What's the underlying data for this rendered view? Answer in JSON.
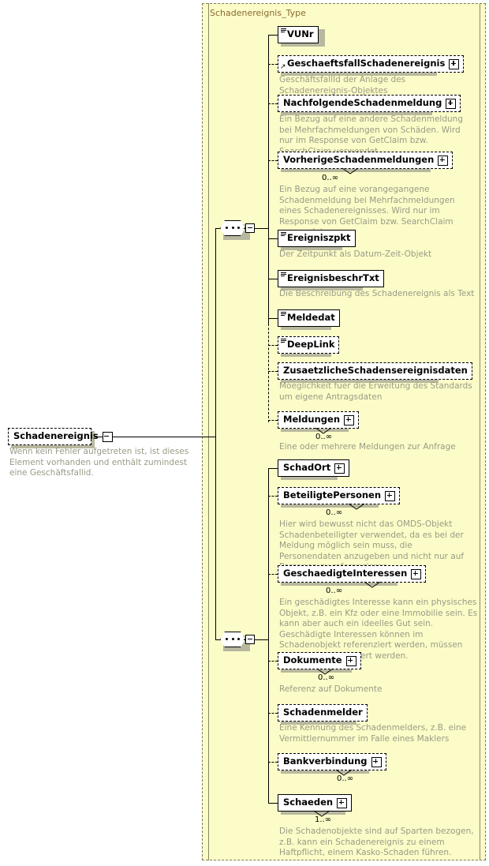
{
  "diagram": {
    "title": "Schadenereignis_Type",
    "root": {
      "label": "Schadenereignis",
      "expander": "minus",
      "annotation": "Wenn kein Fehler aufgetreten ist, ist dieses Element vorhanden und enthält zumindest eine Geschäftsfallid."
    },
    "sequence_icon": "sequence-compositor-icon",
    "groups": [
      {
        "name": "first-sequence",
        "nodes": [
          {
            "label": "VUNr",
            "required": true,
            "icon": "element-icon",
            "expander": null,
            "multiplicity": null,
            "annotation": null
          },
          {
            "label": "GeschaeftsfallSchadenereignis",
            "required": false,
            "icon": "reference-icon",
            "expander": "plus",
            "multiplicity": null,
            "annotation": "GeschäftsfallId der Anlage des Schadenereignis-Objektes"
          },
          {
            "label": "NachfolgendeSchadenmeldung",
            "required": false,
            "icon": null,
            "expander": "plus",
            "multiplicity": null,
            "annotation": "Ein Bezug auf eine andere Schadenmeldung bei Mehrfachmeldungen von Schäden. Wird nur im Response von GetClaim bzw. SearchClaim verwendet."
          },
          {
            "label": "VorherigeSchadenmeldungen",
            "required": false,
            "icon": null,
            "expander": "plus",
            "multiplicity": "0..∞",
            "annotation": "Ein Bezug auf eine vorangegangene Schadenmeldung bei Mehrfachmeldungen eines Schadenereignisses. Wird nur im Response von GetClaim bzw. SearchClaim verwendet."
          },
          {
            "label": "Ereigniszpkt",
            "required": true,
            "icon": "element-icon",
            "expander": null,
            "multiplicity": null,
            "annotation": "Der Zeitpunkt als Datum-Zeit-Objekt"
          },
          {
            "label": "EreignisbeschrTxt",
            "required": true,
            "icon": "element-icon",
            "expander": null,
            "multiplicity": null,
            "annotation": "Die Beschreibung des Schadenereignis als Text"
          },
          {
            "label": "Meldedat",
            "required": true,
            "icon": "element-icon",
            "expander": null,
            "multiplicity": null,
            "annotation": null
          },
          {
            "label": "DeepLink",
            "required": false,
            "icon": "element-icon",
            "expander": null,
            "multiplicity": null,
            "annotation": null
          },
          {
            "label": "ZusaetzlicheSchadensereignisdaten",
            "required": false,
            "icon": null,
            "expander": null,
            "multiplicity": null,
            "annotation": "Moeglichkeit fuer die Erweitung des Standards um eigene Antragsdaten"
          },
          {
            "label": "Meldungen",
            "required": false,
            "icon": null,
            "expander": "plus",
            "multiplicity": "0..∞",
            "annotation": "Eine oder mehrere Meldungen zur Anfrage"
          }
        ]
      },
      {
        "name": "second-sequence",
        "nodes": [
          {
            "label": "SchadOrt",
            "required": true,
            "icon": null,
            "expander": "plus",
            "multiplicity": null,
            "annotation": null
          },
          {
            "label": "BeteiligtePersonen",
            "required": false,
            "icon": null,
            "expander": "plus",
            "multiplicity": "0..∞",
            "annotation": "Hier wird bewusst nicht das OMDS-Objekt Schadenbeteiligter verwendet, da es bei der Meldung möglich sein muss, die Personendaten anzugeben und nicht nur auf Personen zu referenzieren."
          },
          {
            "label": "GeschaedigteInteressen",
            "required": false,
            "icon": null,
            "expander": "plus",
            "multiplicity": "0..∞",
            "annotation": "Ein geschädigtes Interesse kann ein physisches Objekt, z.B. ein Kfz oder eine Immobilie sein. Es kann aber auch ein ideelles Gut sein. Geschädigte Interessen können im Schadenobjekt referenziert werden, müssen aber nicht referenziert werden."
          },
          {
            "label": "Dokumente",
            "required": false,
            "icon": null,
            "expander": "plus",
            "multiplicity": "0..∞",
            "annotation": "Referenz auf Dokumente"
          },
          {
            "label": "Schadenmelder",
            "required": false,
            "icon": null,
            "expander": null,
            "multiplicity": null,
            "annotation": "Eine Kennung des Schadenmelders, z.B. eine Vermittlernummer im Falle eines Maklers"
          },
          {
            "label": "Bankverbindung",
            "required": false,
            "icon": null,
            "expander": "plus",
            "multiplicity": "0..∞",
            "annotation": null
          },
          {
            "label": "Schaeden",
            "required": true,
            "icon": null,
            "expander": "plus",
            "multiplicity": "1..∞",
            "annotation": "Die Schadenobjekte sind auf Sparten bezogen, z.B. kann ein Schadenereignis zu einem Haftpflicht, einem Kasko-Schaden führen."
          }
        ]
      }
    ],
    "colors": {
      "panel_background": "#fcfcc8",
      "panel_border": "#7a7a52",
      "title_text": "#8a6a32",
      "annotation_text": "#9a9a86",
      "node_border": "#000000",
      "node_background": "#ffffff",
      "shadow": "#b8b8a0"
    }
  }
}
